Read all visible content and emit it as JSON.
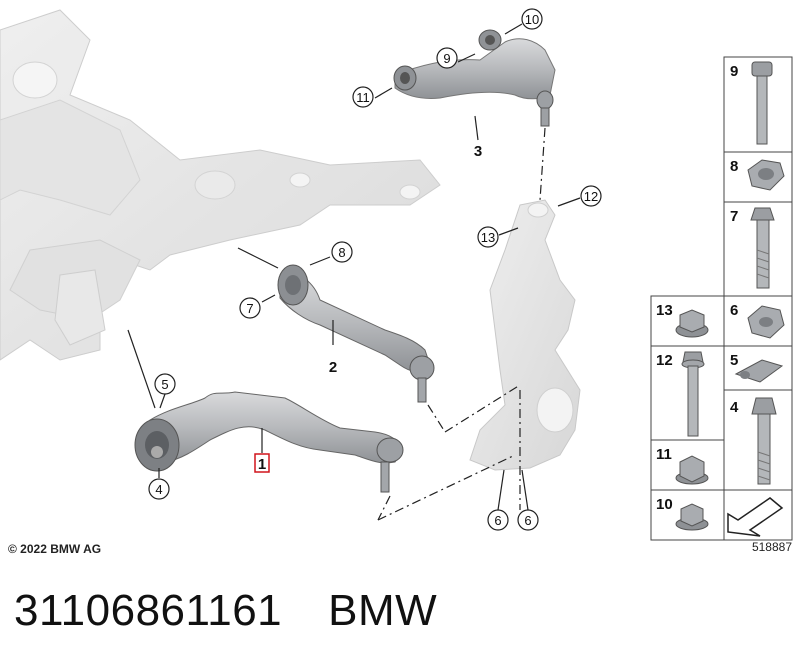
{
  "diagram": {
    "callouts": {
      "c1": "1",
      "c2": "2",
      "c3": "3",
      "c4": "4",
      "c5": "5",
      "c6a": "6",
      "c6b": "6",
      "c7": "7",
      "c8": "8",
      "c9": "9",
      "c10": "10",
      "c11": "11",
      "c12": "12",
      "c13": "13"
    },
    "legend_cells": {
      "r1": "9",
      "r2": "8",
      "r3": "7",
      "r4l": "13",
      "r4r": "6",
      "r5l": "12",
      "r5r": "5",
      "r5r2": "4",
      "r6l": "11",
      "r7l": "10"
    },
    "diagram_number": "518887",
    "copyright": "© 2022 BMW AG",
    "highlighted_part": "1",
    "highlight_color": "#d0141c"
  },
  "caption": {
    "part_number": "31106861161",
    "brand": "BMW"
  }
}
